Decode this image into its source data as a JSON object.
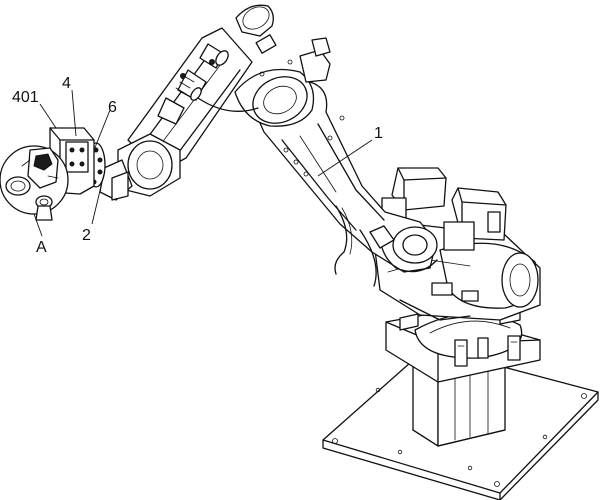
{
  "figure": {
    "labels": {
      "arm": "1",
      "coupling": "2",
      "bracket": "4",
      "tool_mount": "401",
      "flange": "6",
      "detail": "A"
    }
  }
}
